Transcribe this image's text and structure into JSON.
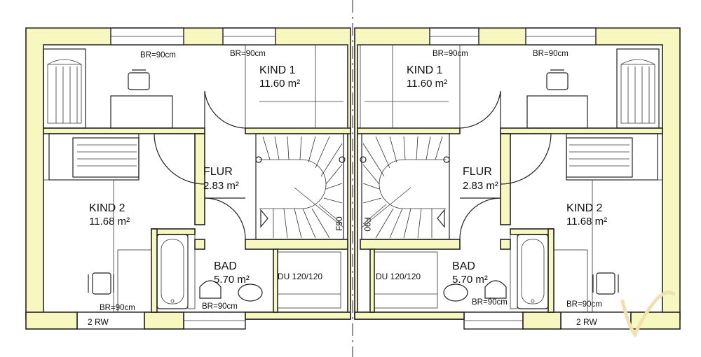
{
  "plan": {
    "left": {
      "kind1_name": "KIND 1",
      "kind1_area": "11.60 m²",
      "kind2_name": "KIND 2",
      "kind2_area": "11.68 m²",
      "flur_name": "FLUR",
      "flur_area": "2.83 m²",
      "bad_name": "BAD",
      "bad_area": "5.70 m²",
      "shower": "DU  120/120",
      "window_top1": "BR=90cm",
      "window_top2": "BR=90cm",
      "window_bottom1": "BR=90cm",
      "window_bottom2": "BR=90cm",
      "rw_label": "2 RW",
      "stair_fire": "F90"
    },
    "right": {
      "kind1_name": "KIND 1",
      "kind1_area": "11.60 m²",
      "kind2_name": "KIND 2",
      "kind2_area": "11.68 m²",
      "flur_name": "FLUR",
      "flur_area": "2.83 m²",
      "bad_name": "BAD",
      "bad_area": "5.70 m²",
      "shower": "DU  120/120",
      "window_top1": "BR=90cm",
      "window_top2": "BR=90cm",
      "window_bottom1": "BR=90cm",
      "window_bottom2": "BR=90cm",
      "rw_label": "2 RW",
      "stair_fire": "F90"
    },
    "colors": {
      "wall_fill": "#f6f8c0",
      "line": "#222222",
      "background": "#ffffff"
    }
  }
}
